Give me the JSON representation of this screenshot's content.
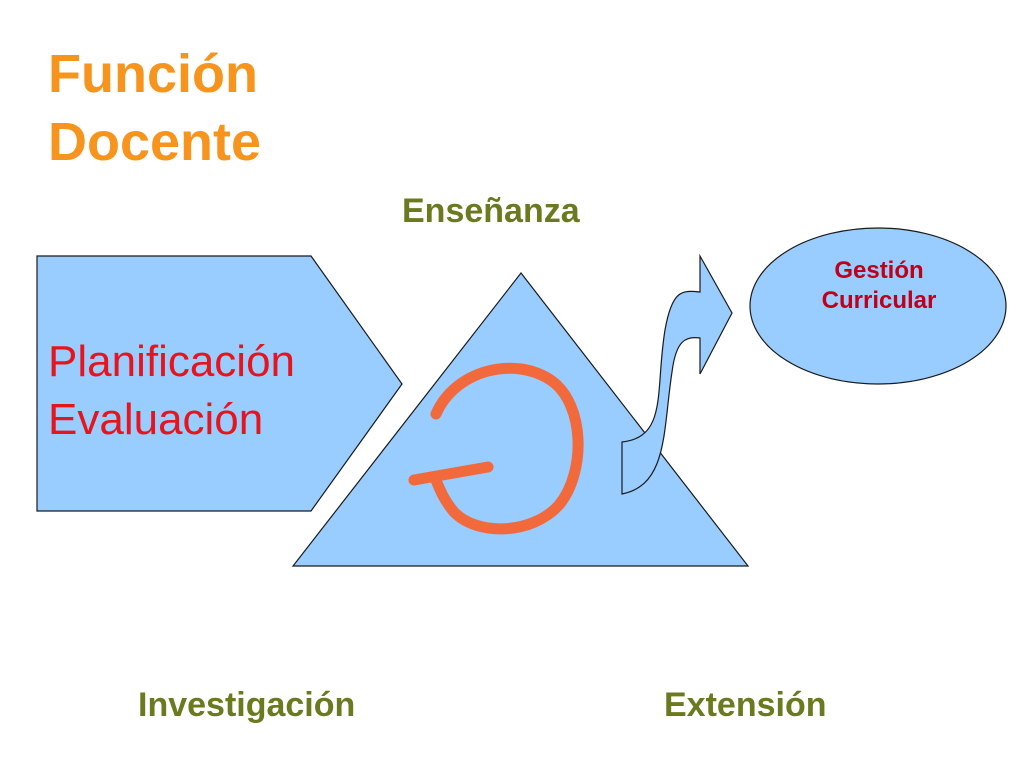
{
  "title": {
    "line1": "Función",
    "line2": "Docente"
  },
  "labels": {
    "top": "Enseñanza",
    "bottom_left": "Investigación",
    "bottom_right": "Extensión"
  },
  "pentagon": {
    "line1": "Planificación",
    "line2": "Evaluación"
  },
  "ellipse": {
    "line1": "Gestión",
    "line2": "Curricular"
  },
  "colors": {
    "title": "#f7941d",
    "label_green": "#6b7a1f",
    "red_text": "#e8141c",
    "dark_red_text": "#c00018",
    "shape_fill": "#99ccff",
    "shape_stroke": "#1a1a1a",
    "cycle_arrow": "#f26a3c"
  },
  "icons": {
    "cycle": "circular-arrow-icon",
    "curved": "curved-up-arrow-icon"
  }
}
